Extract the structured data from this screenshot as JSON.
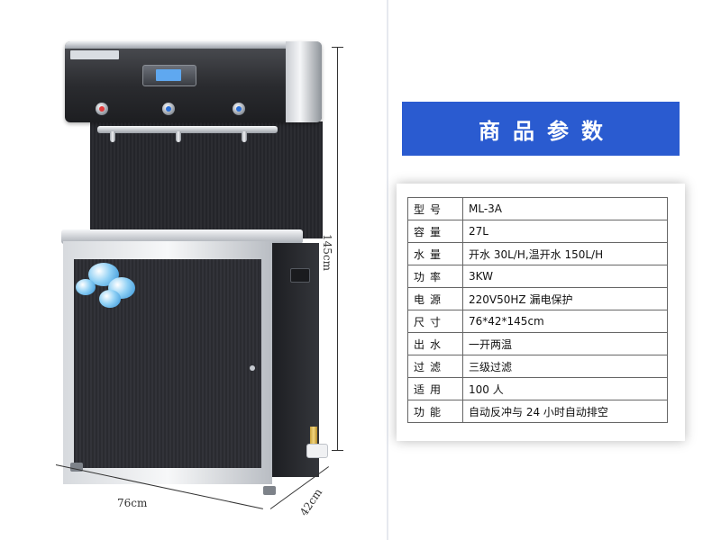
{
  "product": {
    "icons": [
      "water-dispenser-icon"
    ],
    "dimensions": {
      "height": "145cm",
      "width": "76cm",
      "depth": "42cm"
    },
    "colors": {
      "body": "#2a2b30",
      "trim": "#d7dade"
    }
  },
  "spec": {
    "title": "商品参数",
    "colors": {
      "header_bg": "#2a5bd0",
      "header_text": "#ffffff"
    },
    "rows": [
      {
        "key": "型号",
        "value": "ML-3A"
      },
      {
        "key": "容量",
        "value": "27L"
      },
      {
        "key": "水量",
        "value": "开水 30L/H,温开水 150L/H"
      },
      {
        "key": "功率",
        "value": "3KW"
      },
      {
        "key": "电源",
        "value": "220V50HZ  漏电保护"
      },
      {
        "key": "尺寸",
        "value": "76*42*145cm"
      },
      {
        "key": "出水",
        "value": "一开两温"
      },
      {
        "key": "过滤",
        "value": "三级过滤"
      },
      {
        "key": "适用",
        "value": "100 人"
      },
      {
        "key": "功能",
        "value": "自动反冲与 24 小时自动排空"
      }
    ]
  }
}
